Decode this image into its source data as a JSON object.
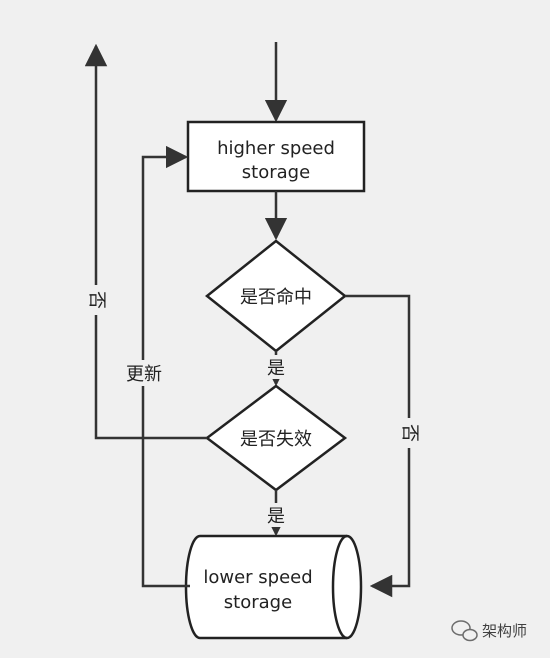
{
  "flowchart": {
    "nodes": {
      "higher_storage": {
        "line1": "higher speed",
        "line2": "storage"
      },
      "hit_check": {
        "label": "是否命中"
      },
      "invalid_check": {
        "label": "是否失效"
      },
      "lower_storage": {
        "line1": "lower speed",
        "line2": "storage"
      }
    },
    "edges": {
      "hit_yes": "是",
      "hit_no": "否",
      "invalid_yes": "是",
      "invalid_no": "否",
      "update": "更新"
    }
  },
  "watermark": {
    "text": "架构师"
  }
}
